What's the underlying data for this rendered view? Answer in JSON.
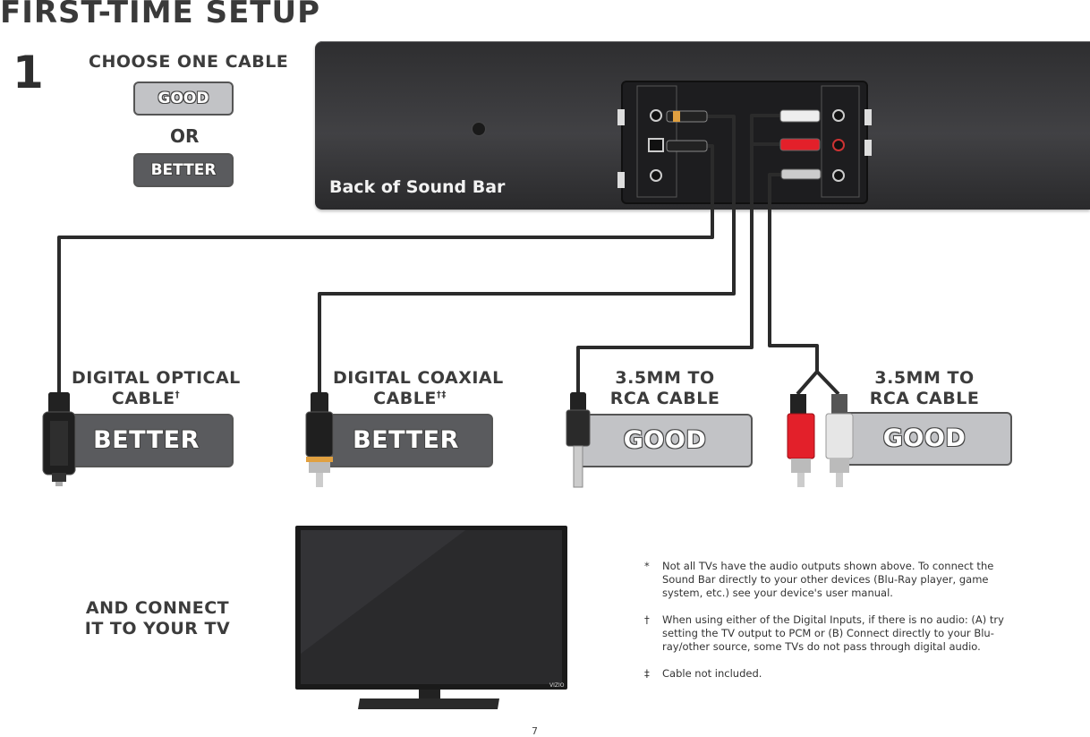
{
  "title": "FIRST-TIME SETUP",
  "step_number": "1",
  "choose_heading": "CHOOSE ONE CABLE",
  "legend": {
    "good": "GOOD",
    "or": "OR",
    "better": "BETTER"
  },
  "soundbar_label": "Back of Sound Bar",
  "cables": [
    {
      "name_line1": "DIGITAL OPTICAL",
      "name_line2": "CABLE",
      "mark": "†",
      "rating": "BETTER"
    },
    {
      "name_line1": "DIGITAL COAXIAL",
      "name_line2": "CABLE",
      "mark": "†‡",
      "rating": "BETTER"
    },
    {
      "name_line1": "3.5MM TO",
      "name_line2": "RCA CABLE",
      "mark": "",
      "rating": "GOOD"
    },
    {
      "name_line1": "3.5MM TO",
      "name_line2": "RCA CABLE",
      "mark": "",
      "rating": "GOOD"
    }
  ],
  "connect_heading": {
    "line1": "AND CONNECT",
    "line2": "IT TO YOUR TV"
  },
  "tv_brand": "VIZIO",
  "notes": [
    {
      "symbol": "*",
      "text": "Not all TVs have the audio outputs shown above. To connect the Sound Bar directly to your other devices (Blu-Ray player, game system, etc.) see your device's user manual."
    },
    {
      "symbol": "†",
      "text": "When using either of the Digital Inputs, if there is no audio: (A) try setting the TV output to PCM or (B) Connect directly to your Blu-ray/other source, some TVs do not pass through digital audio."
    },
    {
      "symbol": "‡",
      "text": "Cable not included."
    }
  ],
  "page_number": "7",
  "colors": {
    "better": "#5a5b5e",
    "good": "#c2c3c6",
    "rca_red": "#e3202a",
    "rca_white": "#e6e6e6"
  }
}
